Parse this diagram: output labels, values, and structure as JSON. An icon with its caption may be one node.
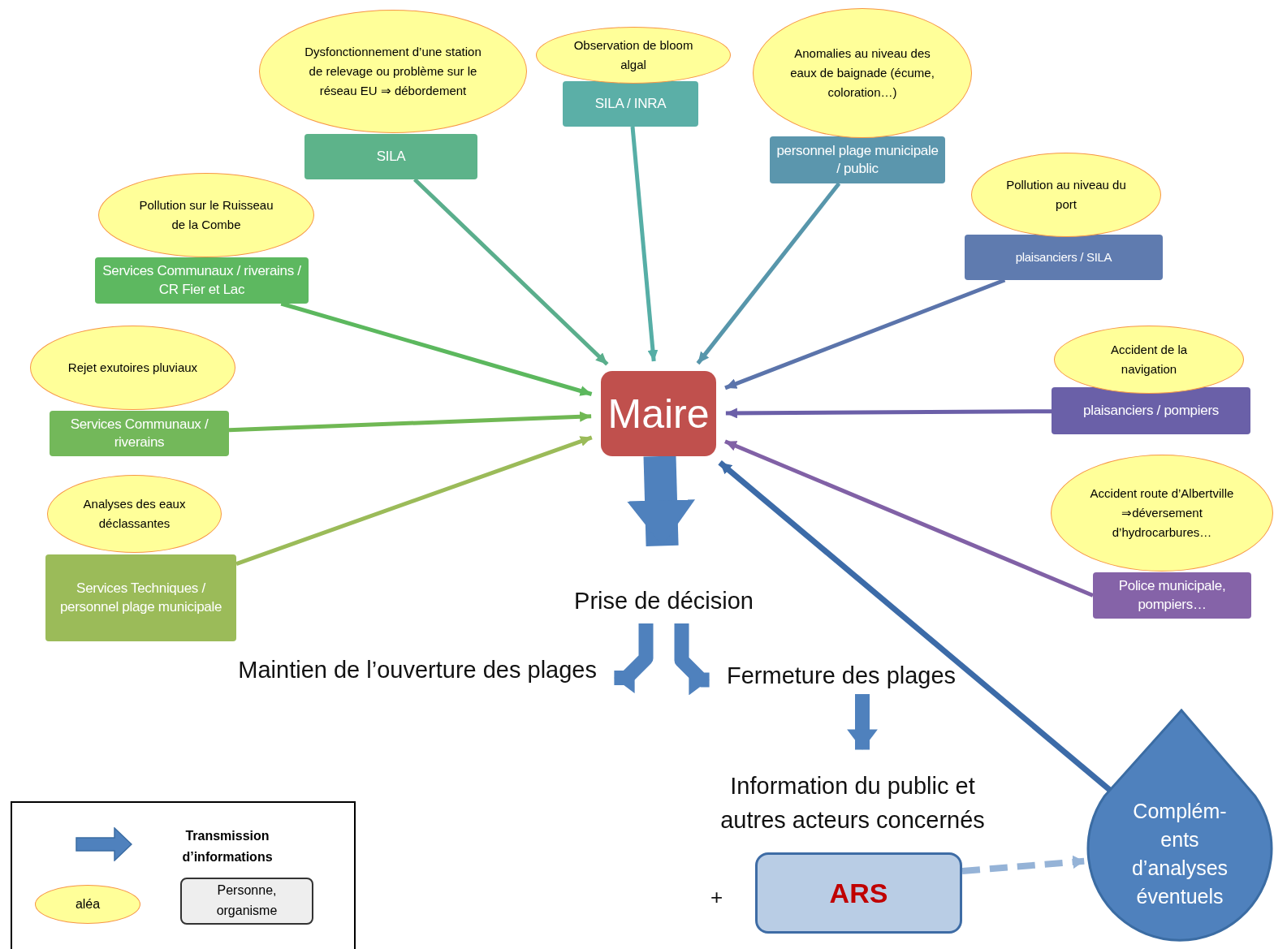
{
  "diagram": {
    "nodes": [
      {
        "text": [
          "Dysfonctionnement d’une station de relevage ou problème sur le réseau EU ⇒ débordement"
        ]
      },
      {
        "text": [
          "SILA"
        ]
      },
      {
        "text": [
          "Observation de bloom algal"
        ]
      },
      {
        "text": [
          "SILA / INRA"
        ]
      },
      {
        "text": [
          "Anomalies au niveau des eaux de baignade (écume, coloration…)"
        ]
      },
      {
        "text": [
          "personnel plage municipale  / public"
        ]
      },
      {
        "text": [
          "Pollution au niveau du port"
        ]
      },
      {
        "text": [
          "plaisanciers / SILA"
        ]
      },
      {
        "text": [
          "Accident de la navigation"
        ]
      },
      {
        "text": [
          "plaisanciers  / pompiers"
        ]
      },
      {
        "text": [
          "Accident route d’Albertville ⇒déversement d’hydrocarbures…"
        ]
      },
      {
        "text": [
          "Police municipale, pompiers…"
        ]
      },
      {
        "text": [
          "Pollution sur le Ruisseau de la Combe"
        ]
      },
      {
        "text": [
          "Services Communaux / riverains / CR Fier et Lac"
        ]
      },
      {
        "text": [
          "Rejet exutoires pluviaux"
        ]
      },
      {
        "text": [
          "Services Communaux / riverains"
        ]
      },
      {
        "text": [
          "Analyses des eaux déclassantes"
        ]
      },
      {
        "text": [
          "Services Techniques / personnel plage municipale"
        ]
      },
      {
        "text": [
          "Maire"
        ]
      },
      {
        "text": [
          "Prise de décision"
        ]
      },
      {
        "text": [
          "Maintien de l’ouverture des plages"
        ]
      },
      {
        "text": [
          "Fermeture des plages"
        ]
      },
      {
        "text": [
          "Information du public et autres acteurs concernés"
        ]
      },
      {
        "text": [
          "ARS"
        ]
      },
      {
        "text": [
          "Complém-ents d’analyses éventuels"
        ]
      }
    ],
    "edges": [
      {
        "from": 1,
        "to": 18,
        "arrow": "to",
        "color": "#5aae8c"
      },
      {
        "from": 3,
        "to": 18,
        "arrow": "to",
        "color": "#56aea6"
      },
      {
        "from": 5,
        "to": 18,
        "arrow": "to",
        "color": "#5796ab"
      },
      {
        "from": 7,
        "to": 18,
        "arrow": "to",
        "color": "#5b74ab"
      },
      {
        "from": 9,
        "to": 18,
        "arrow": "to",
        "color": "#6b5fa8"
      },
      {
        "from": 11,
        "to": 18,
        "arrow": "to",
        "color": "#8161a6"
      },
      {
        "from": 13,
        "to": 18,
        "arrow": "to",
        "color": "#5cb85e"
      },
      {
        "from": 15,
        "to": 18,
        "arrow": "to",
        "color": "#70b854"
      },
      {
        "from": 17,
        "to": 18,
        "arrow": "to",
        "color": "#9bbb59"
      },
      {
        "from": 18,
        "to": 19,
        "arrow": "to",
        "style": "thick"
      },
      {
        "from": 19,
        "to": 20,
        "arrow": "to",
        "style": "thick"
      },
      {
        "from": 19,
        "to": 21,
        "arrow": "to",
        "style": "thick"
      },
      {
        "from": 21,
        "to": 22,
        "arrow": "to",
        "style": "thick"
      },
      {
        "from": 24,
        "to": 18,
        "arrow": "to",
        "color": "#3c6ba8"
      },
      {
        "from": 23,
        "to": 24,
        "arrow": "to",
        "style": "dashed",
        "color": "#95b3d7"
      }
    ],
    "labels": [
      "+"
    ],
    "legend": [
      {
        "text": "Transmission d’informations"
      },
      {
        "text": "aléa"
      },
      {
        "text": "Personne, organisme"
      }
    ]
  }
}
